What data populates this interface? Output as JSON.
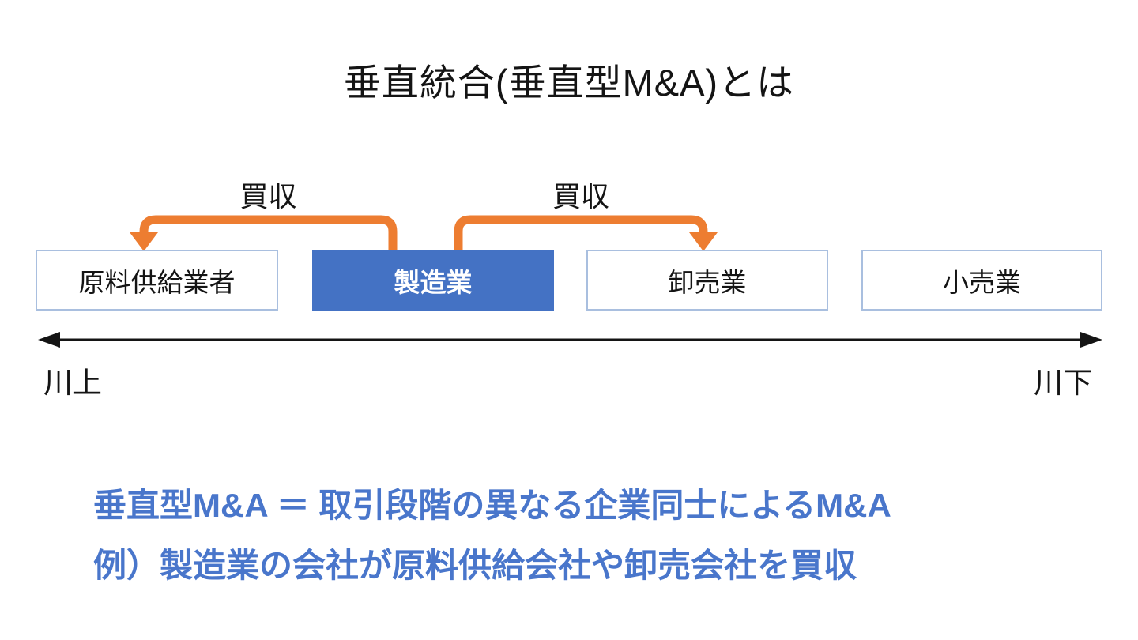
{
  "title": "垂直統合(垂直型M&A)とは",
  "acquisition": {
    "left_label": "買収",
    "right_label": "買収"
  },
  "chain": {
    "boxes": [
      {
        "label": "原料供給業者",
        "style": "plain"
      },
      {
        "label": "製造業",
        "style": "highlight"
      },
      {
        "label": "卸売業",
        "style": "plain"
      },
      {
        "label": "小売業",
        "style": "plain"
      }
    ]
  },
  "axis": {
    "left_label": "川上",
    "right_label": "川下"
  },
  "summary": {
    "line1": "垂直型M&A ＝ 取引段階の異なる企業同士によるM&A",
    "line2": "例）製造業の会社が原料供給会社や卸売会社を買収"
  },
  "colors": {
    "highlight_box_fill": "#4472C4",
    "box_border": "#A9BFDF",
    "connector_orange": "#ED7D31",
    "summary_text_blue": "#4976CB",
    "axis_arrow_black": "#141414"
  }
}
